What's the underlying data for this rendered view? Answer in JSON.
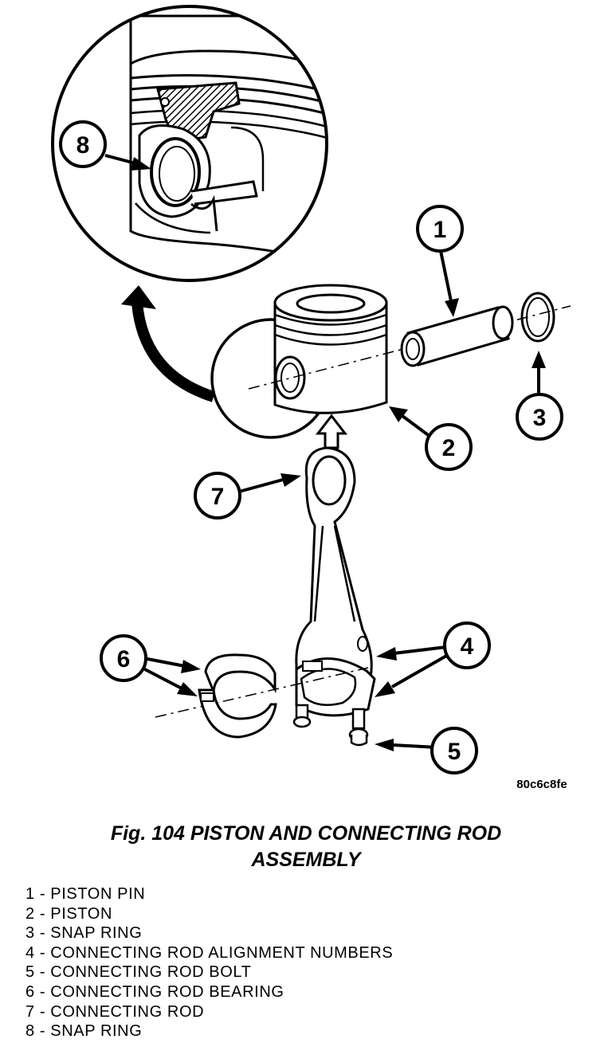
{
  "figure": {
    "image_code": "80c6c8fe",
    "title_line1": "Fig. 104 PISTON AND CONNECTING ROD",
    "title_line2": "ASSEMBLY"
  },
  "callouts": {
    "c1": "1",
    "c2": "2",
    "c3": "3",
    "c4": "4",
    "c5": "5",
    "c6": "6",
    "c7": "7",
    "c8": "8"
  },
  "legend": [
    {
      "text": "1 - PISTON PIN"
    },
    {
      "text": "2 - PISTON"
    },
    {
      "text": "3 - SNAP RING"
    },
    {
      "text": "4 - CONNECTING ROD ALIGNMENT NUMBERS"
    },
    {
      "text": "5 - CONNECTING ROD BOLT"
    },
    {
      "text": "6 - CONNECTING ROD BEARING"
    },
    {
      "text": "7 - CONNECTING ROD"
    },
    {
      "text": "8 - SNAP RING"
    }
  ]
}
